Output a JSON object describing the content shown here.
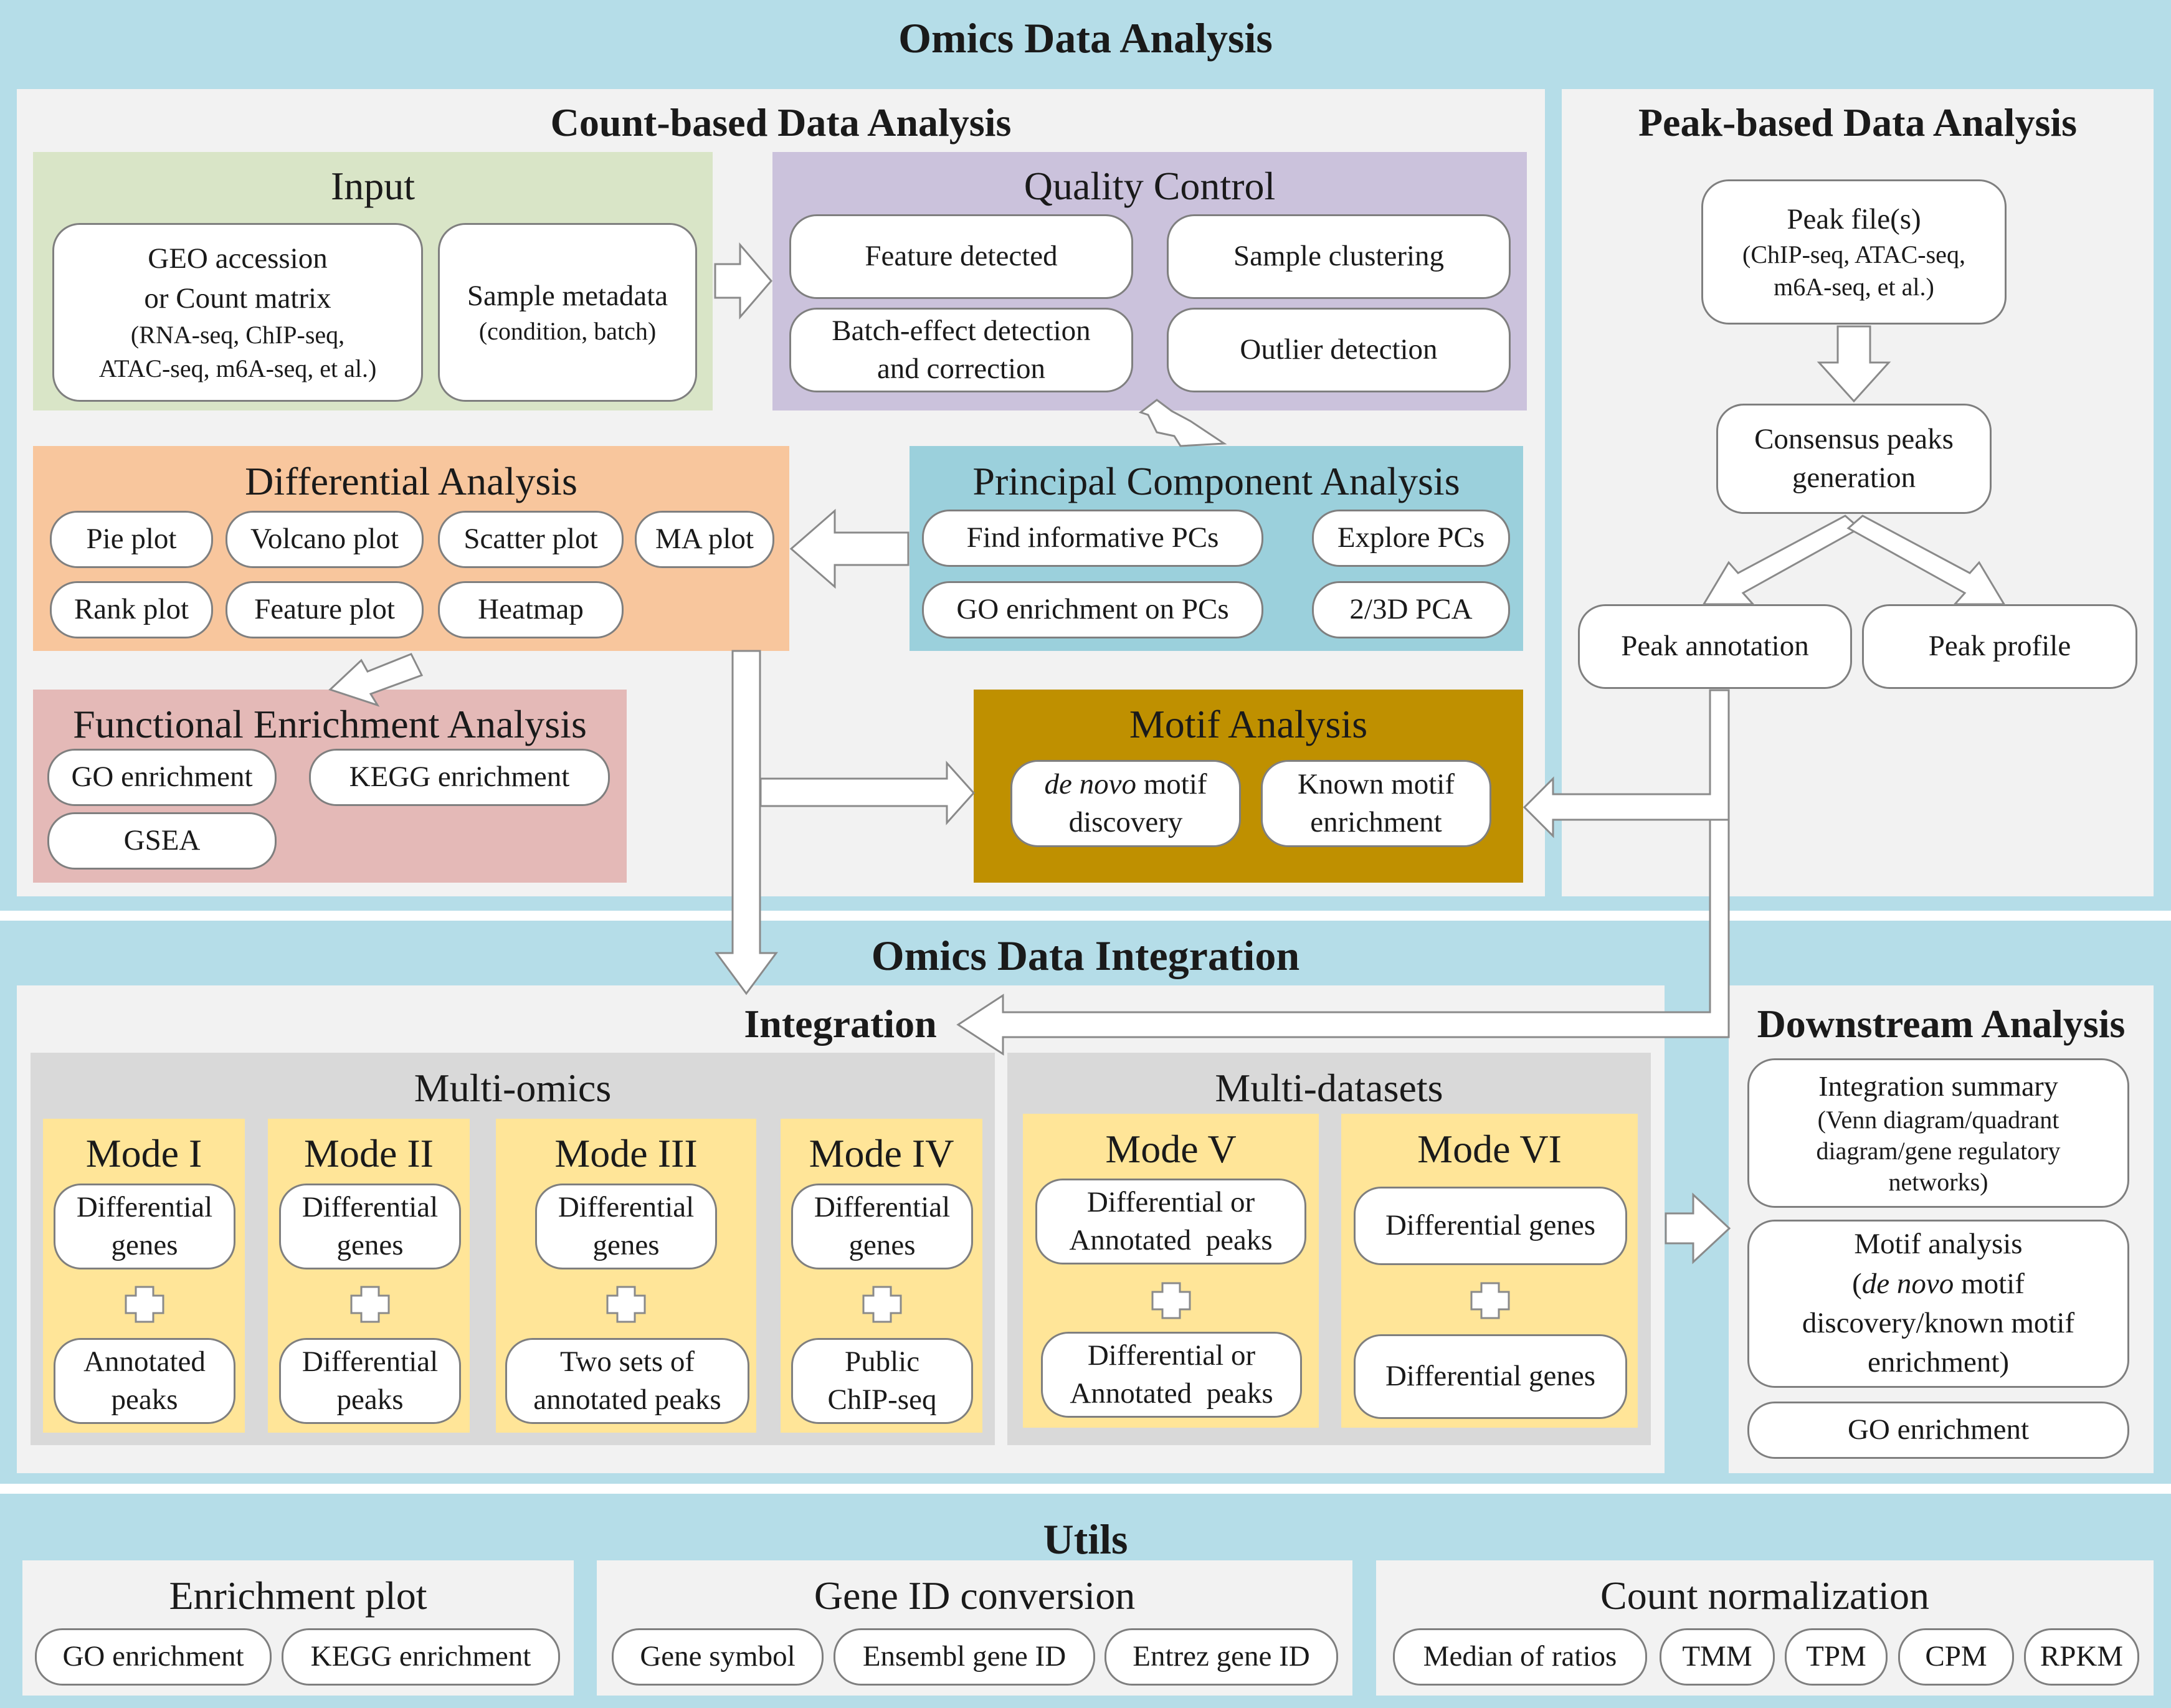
{
  "omics": {
    "title": "Omics Data Analysis",
    "count_based": {
      "title": "Count-based Data Analysis",
      "input": {
        "title": "Input",
        "geo": {
          "line1": "GEO accession",
          "line2": "or Count matrix",
          "line3": "(RNA-seq, ChIP-seq,",
          "line4": "ATAC-seq, m6A-seq, et al.)"
        },
        "metadata": {
          "line1": "Sample metadata",
          "line2": "(condition, batch)"
        }
      },
      "qc": {
        "title": "Quality Control",
        "feature_detected": "Feature detected",
        "sample_clustering": "Sample clustering",
        "batch": {
          "line1": "Batch-effect detection",
          "line2": "and correction"
        },
        "outlier": "Outlier detection"
      },
      "pca": {
        "title": "Principal Component Analysis",
        "find_pcs": "Find informative PCs",
        "explore_pcs": "Explore PCs",
        "go_on_pcs": "GO enrichment on PCs",
        "pca_2d3d": "2/3D PCA"
      },
      "differential": {
        "title": "Differential Analysis",
        "items": [
          "Pie plot",
          "Volcano plot",
          "Scatter plot",
          "MA plot",
          "Rank plot",
          "Feature plot",
          "Heatmap"
        ]
      },
      "functional": {
        "title": "Functional Enrichment Analysis",
        "go": "GO enrichment",
        "kegg": "KEGG enrichment",
        "gsea": "GSEA"
      },
      "motif": {
        "title": "Motif Analysis",
        "denovo_italic": "de novo",
        "denovo_rest": " motif",
        "denovo_line2": "discovery",
        "known": {
          "line1": "Known motif",
          "line2": "enrichment"
        }
      }
    },
    "peak_based": {
      "title": "Peak-based Data Analysis",
      "peak_files": {
        "line1": "Peak file(s)",
        "line2": "(ChIP-seq, ATAC-seq,",
        "line3": "m6A-seq, et al.)"
      },
      "consensus": {
        "line1": "Consensus peaks",
        "line2": "generation"
      },
      "annotation": "Peak annotation",
      "profile": "Peak profile"
    }
  },
  "integration": {
    "title": "Omics Data Integration",
    "sub_title": "Integration",
    "multi_omics": {
      "title": "Multi-omics",
      "modes": [
        {
          "name": "Mode I",
          "top": {
            "line1": "Differential",
            "line2": "genes"
          },
          "bottom": {
            "line1": "Annotated",
            "line2": "peaks"
          }
        },
        {
          "name": "Mode II",
          "top": {
            "line1": "Differential",
            "line2": "genes"
          },
          "bottom": {
            "line1": "Differential",
            "line2": "peaks"
          }
        },
        {
          "name": "Mode III",
          "top": {
            "line1": "Differential",
            "line2": "genes"
          },
          "bottom": {
            "line1": "Two sets of",
            "line2": "annotated peaks"
          }
        },
        {
          "name": "Mode IV",
          "top": {
            "line1": "Differential",
            "line2": "genes"
          },
          "bottom": {
            "line1": "Public",
            "line2": "ChIP-seq"
          }
        }
      ]
    },
    "multi_datasets": {
      "title": "Multi-datasets",
      "modes": [
        {
          "name": "Mode V",
          "top": {
            "line1": "Differential or",
            "line2": "Annotated  peaks"
          },
          "bottom": {
            "line1": "Differential or",
            "line2": "Annotated  peaks"
          }
        },
        {
          "name": "Mode VI",
          "top": "Differential genes",
          "bottom": "Differential genes"
        }
      ]
    },
    "downstream": {
      "title": "Downstream Analysis",
      "summary": {
        "line1": "Integration summary",
        "line2": "(Venn diagram/quadrant",
        "line3": "diagram/gene regulatory",
        "line4": "networks)"
      },
      "motif": {
        "line1": "Motif analysis",
        "line2_open": "(",
        "line2_italic": "de novo",
        "line2_rest": " motif",
        "line3": "discovery/known motif",
        "line4": "enrichment)"
      },
      "go": "GO enrichment"
    }
  },
  "utils": {
    "title": "Utils",
    "enrichment_plot": {
      "title": "Enrichment plot",
      "items": [
        "GO enrichment",
        "KEGG enrichment"
      ]
    },
    "gene_id": {
      "title": "Gene ID conversion",
      "items": [
        "Gene symbol",
        "Ensembl gene ID",
        "Entrez gene ID"
      ]
    },
    "normalization": {
      "title": "Count normalization",
      "items": [
        "Median of ratios",
        "TMM",
        "TPM",
        "CPM",
        "RPKM"
      ]
    }
  },
  "colors": {
    "band": "#b5dde8",
    "panel": "#f2f2f2",
    "input": "#d9e5c7",
    "qc": "#cbc2dc",
    "pca": "#9bd0dc",
    "differential": "#f8c69d",
    "functional": "#e4b9b7",
    "motif": "#bf9000",
    "mode": "#ffe598",
    "multi": "#d9d9d9",
    "pill_border": "#7f7f7f"
  }
}
